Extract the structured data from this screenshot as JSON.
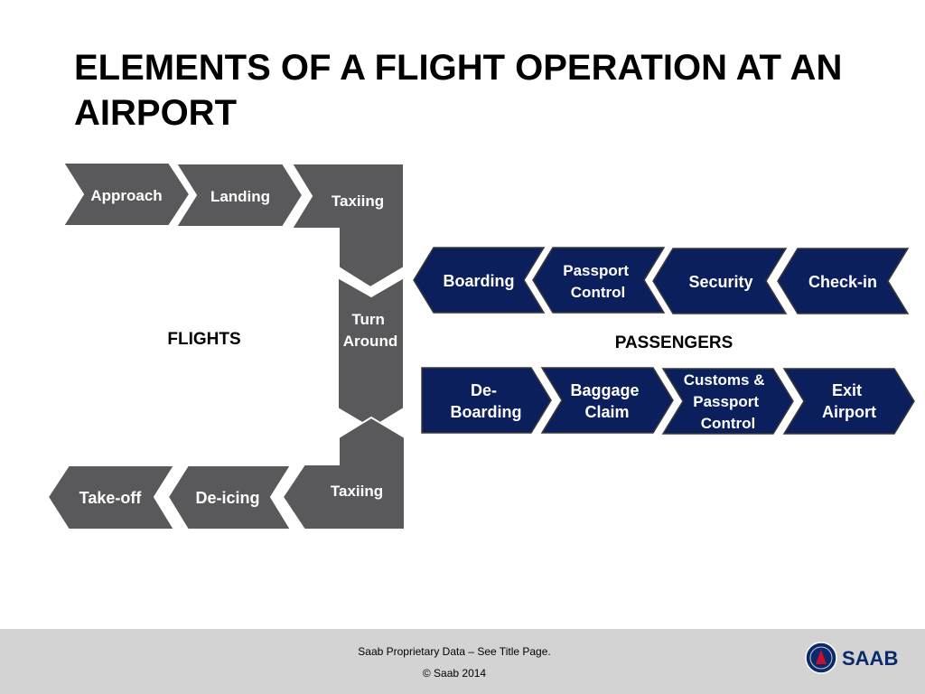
{
  "title": "ELEMENTS OF A FLIGHT OPERATION AT AN AIRPORT",
  "colors": {
    "flight": "#59595b",
    "passenger": "#0b1f5c",
    "footer": "#d3d3d3"
  },
  "groups": {
    "flights": "FLIGHTS",
    "passengers": "PASSENGERS"
  },
  "flight_steps": {
    "approach": "Approach",
    "landing": "Landing",
    "taxiing_in": "Taxiing",
    "turn_around": [
      "Turn",
      "Around"
    ],
    "taxiing_out": "Taxiing",
    "deicing": "De-icing",
    "takeoff": "Take-off"
  },
  "passenger_outbound": {
    "checkin": "Check-in",
    "security": "Security",
    "passport_control": [
      "Passport",
      "Control"
    ],
    "boarding": "Boarding"
  },
  "passenger_inbound": {
    "deboarding": [
      "De-",
      "Boarding"
    ],
    "baggage_claim": [
      "Baggage",
      "Claim"
    ],
    "customs": [
      "Customs &",
      "Passport",
      "Control"
    ],
    "exit": [
      "Exit",
      "Airport"
    ]
  },
  "footer": {
    "line1": "Saab Proprietary Data – See Title Page.",
    "line2": "© Saab 2014",
    "logo_text": "SAAB"
  }
}
